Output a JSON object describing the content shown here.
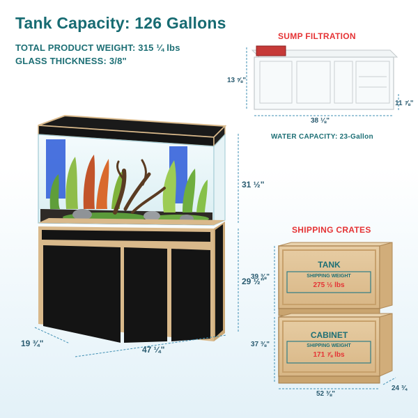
{
  "header": {
    "title": "Tank Capacity: 126 Gallons",
    "weight": "TOTAL PRODUCT WEIGHT: 315 ¼ lbs",
    "glass": "GLASS THICKNESS: 3/8\""
  },
  "aquarium": {
    "tank_height": "31 ½\"",
    "cabinet_height": "29 ½\"",
    "depth": "19 ¾\"",
    "width": "47 ¼\""
  },
  "sump": {
    "title": "SUMP FILTRATION",
    "height": "13 ⅝\"",
    "baffle_height": "11 ⅞\"",
    "length": "38 ⅛\"",
    "water_capacity": "WATER CAPACITY: 23-Gallon"
  },
  "crates": {
    "title": "SHIPPING CRATES",
    "tank": {
      "label": "TANK",
      "weight_label": "SHIPPING WEIGHT",
      "weight": "275 ½ lbs",
      "height": "39 ⅜\""
    },
    "cabinet": {
      "label": "CABINET",
      "weight_label": "SHIPPING WEIGHT",
      "weight": "171 ⅞ lbs",
      "height": "37 ⅜\""
    },
    "width": "52 ⅜\"",
    "depth": "24 ¾"
  },
  "colors": {
    "title": "#176b72",
    "accent_red": "#e53335",
    "wood": "#d9b98b",
    "cabinet_black": "#141414",
    "dimension_line": "#3f8fb3"
  }
}
